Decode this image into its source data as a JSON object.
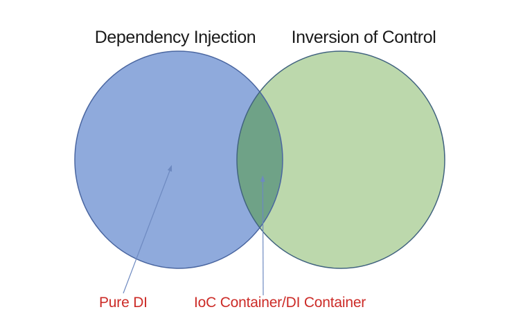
{
  "diagram": {
    "type": "venn",
    "left_circle": {
      "title": "Dependency Injection",
      "callout": "Pure DI"
    },
    "right_circle": {
      "title": "Inversion of Control"
    },
    "intersection": {
      "callout": "IoC Container/DI Container"
    }
  },
  "colors": {
    "background": "#FFFFFF",
    "left_circle_fill": "#8FAADC",
    "left_circle_stroke": "#4A66A0",
    "right_circle_fill": "#BCD8AC",
    "right_circle_stroke": "#41637F",
    "intersection_fill": "#6FA287",
    "arrow": "#6D89C0",
    "title_text": "#1A1A1A",
    "callout_text": "#CC2B27"
  }
}
